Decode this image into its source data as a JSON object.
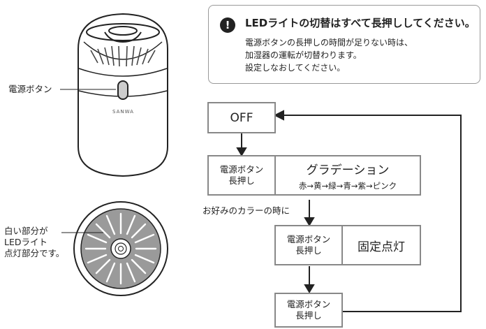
{
  "notice": {
    "title": "LEDライトの切替はすべて長押ししてください。",
    "lines": [
      "電源ボタンの長押しの時間が足りない時は、",
      "加湿器の運転が切替わります。",
      "設定しなおしてください。"
    ]
  },
  "device": {
    "power_label": "電源ボタン",
    "brand_text": "SANWA",
    "top_view_label": [
      "白い部分が",
      "LEDライト",
      "点灯部分です。"
    ]
  },
  "flow": {
    "off": "OFF",
    "press1": [
      "電源ボタン",
      "長押し"
    ],
    "gradation_title": "グラデーション",
    "gradation_sequence": "赤→黄→緑→青→紫→ピンク",
    "note_label": "お好みのカラーの時に",
    "press2": [
      "電源ボタン",
      "長押し"
    ],
    "fixed": "固定点灯",
    "press3": [
      "電源ボタン",
      "長押し"
    ]
  }
}
